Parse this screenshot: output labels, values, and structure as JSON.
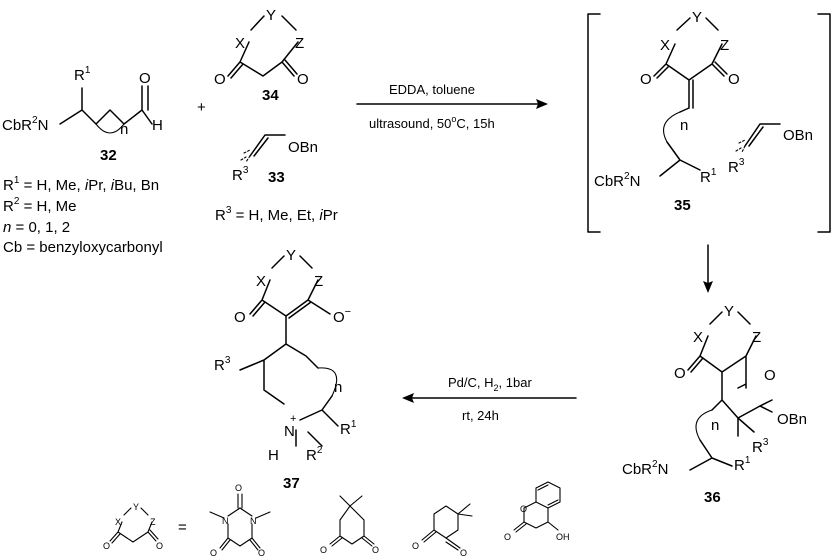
{
  "compound_32": {
    "number": "32",
    "cbr2n": "CbR",
    "r2sup": "2",
    "n_label": "N",
    "r1": "R",
    "r1sup": "1",
    "ring_n": "n",
    "o": "O",
    "h": "H",
    "subst_r1": "= H, Me, ",
    "subst_r1_ipr": "i",
    "subst_r1_pr": "Pr, ",
    "subst_r1_ibu": "i",
    "subst_r1_bu": "Bu, Bn",
    "subst_r2": "= H, Me",
    "subst_n": "n",
    "subst_n_val": " = 0, 1, 2",
    "cb_def": "Cb = benzyloxycarbonyl"
  },
  "plus": "+",
  "compound_34": {
    "number": "34",
    "x": "X",
    "y": "Y",
    "z": "Z",
    "o1": "O",
    "o2": "O"
  },
  "compound_33": {
    "number": "33",
    "obn": "OBn",
    "r3": "R",
    "r3sup": "3",
    "subst_r3": "= H, Me, Et, ",
    "subst_r3_i": "i",
    "subst_r3_pr": "Pr"
  },
  "step1": {
    "line1": "EDDA, toluene",
    "line2a": "ultrasound, 50",
    "line2deg": "o",
    "line2b": "C, 15h"
  },
  "compound_35": {
    "number": "35",
    "x": "X",
    "y": "Y",
    "z": "Z",
    "o1": "O",
    "o2": "O",
    "ring_n": "n",
    "cbr2n": "CbR",
    "r2sup": "2",
    "n_label": "N",
    "r1": "R",
    "r1sup": "1",
    "obn": "OBn",
    "r3": "R",
    "r3sup": "3"
  },
  "compound_36": {
    "number": "36",
    "x": "X",
    "y": "Y",
    "z": "Z",
    "o1": "O",
    "o_ring": "O",
    "ring_n": "n",
    "obn": "OBn",
    "r3": "R",
    "r3sup": "3",
    "cbr2n": "CbR",
    "r2sup": "2",
    "n_label": "N",
    "r1": "R",
    "r1sup": "1"
  },
  "step2": {
    "line1a": "Pd/C, H",
    "line1sub": "2",
    "line1b": ", 1bar",
    "line2": "rt, 24h"
  },
  "compound_37": {
    "number": "37",
    "x": "X",
    "y": "Y",
    "z": "Z",
    "o1": "O",
    "o2": "O",
    "charge_minus": "−",
    "r3": "R",
    "r3sup": "3",
    "ring_n": "n",
    "n_label": "N",
    "charge_plus": "+",
    "h": "H",
    "r2": "R",
    "r2sup": "2",
    "r1": "R",
    "r1sup": "1"
  },
  "legend": {
    "x": "X",
    "y": "Y",
    "z": "Z",
    "o1": "O",
    "o2": "O",
    "equals": "=",
    "barbituric": {
      "o_top": "O",
      "n1": "N",
      "n2": "N",
      "o1": "O",
      "o2": "O"
    },
    "dimedone": {
      "o1": "O",
      "o2": "O"
    },
    "dimethyl_cyclohexanedione": {
      "o1": "O",
      "o2": "O"
    },
    "hydroxycoumarin": {
      "o_ring": "O",
      "o_carbonyl": "O",
      "oh": "OH"
    }
  }
}
